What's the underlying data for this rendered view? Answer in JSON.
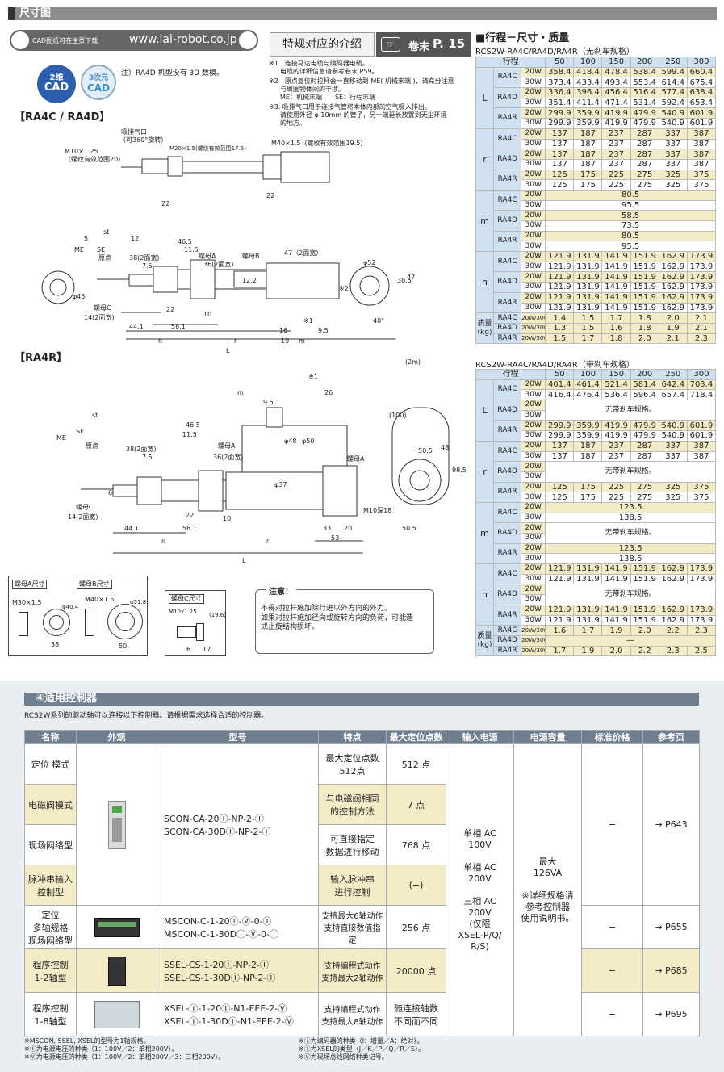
{
  "section_dim": {
    "title": "尺寸图"
  },
  "cad": {
    "label": "CAD图纸可在主页下载",
    "url": "www.iai-robot.co.jp",
    "badge2d_top": "2维",
    "badge2d_bot": "CAD",
    "badge3d_top": "3次元",
    "badge3d_bot": "CAD",
    "note": "注）RA4D 机型没有 3D 数模。"
  },
  "special": {
    "label": "特规对应的介绍",
    "ref_prefix": "卷末",
    "ref_page": "P. 15"
  },
  "notes": [
    "※1　连接马达电缆与编码器电缆。",
    "电缆的详细信息请参考卷末 P59。",
    "※2　原点复位时拉杆会一直移动到 ME( 机械末端 )，请充分注意",
    "与周围物体间的干涉。",
    "ME：机械末端　　SE：行程末端",
    "※3. 吸排气口用于连接气管将本体内部的空气吸入排出。",
    "请使用外径 φ 10mm 的管子，另一端延长放置到无尘环境",
    "的地方。"
  ],
  "drawing_ra4cd": {
    "title": "【RA4C / RA4D】",
    "labels": [
      "吸排气口",
      "（可360°旋转）",
      "M10×1.25",
      "（螺纹有效范围20）",
      "M20×1.5(螺纹有效范围17.5)",
      "M40×1.5（螺纹有效范围19.5）",
      "22",
      "22",
      "st",
      "ME",
      "SE",
      "原点",
      "46.5",
      "11.5",
      "38(2面宽)",
      "7.5",
      "螺母A",
      "36(2面宽)",
      "螺母B",
      "47（2面宽）",
      "螺母C",
      "14(2面宽)",
      "44.1",
      "58.1",
      "22",
      "10",
      "n",
      "r",
      "L",
      "16",
      "19",
      "m",
      "※1",
      "9.5",
      "φ45",
      "φ52",
      "40°",
      "38.5",
      "47",
      "※2",
      "5",
      "12.2",
      "12"
    ]
  },
  "drawing_ra4r": {
    "title": "【RA4R】",
    "labels": [
      "※1",
      "9.5",
      "26",
      "(2m)",
      "m",
      "φ48",
      "φ50",
      "φ37",
      "螺母A",
      "螺母A",
      "38(2面宽)",
      "36(2面宽)",
      "7.5",
      "st",
      "ME",
      "SE",
      "原点",
      "46.5",
      "11.5",
      "螺母C",
      "14(2面宽)",
      "44.1",
      "58.1",
      "22",
      "10",
      "L",
      "33",
      "20",
      "53",
      "50.5",
      "98.5",
      "M10深18",
      "48",
      "r",
      "n",
      "(100)",
      "50.5",
      "6"
    ]
  },
  "nuts": {
    "a_title": "螺母A尺寸",
    "a_thread": "M30×1.5",
    "a_dim1": "38",
    "a_dim2": "φ40.4",
    "b_title": "螺母B尺寸",
    "b_thread": "M40×1.5",
    "b_dim1": "50",
    "b_dim2": "φ51.8",
    "c_title": "螺母C尺寸",
    "c_thread": "M10x1.25",
    "c_dim1": "(19.6)",
    "c_dim2": "6",
    "c_dim3": "17"
  },
  "caution": {
    "title": "注意！",
    "lines": [
      "不得对拉杆施加除行进以外方向的外力。",
      "如果对拉杆施加径向或旋转方向的负荷，可能造",
      "成止旋结构损坏。"
    ]
  },
  "table1": {
    "heading": "■行程－尺寸・质量",
    "caption": "RCS2W-RA4C/RA4D/RA4R（无刹车规格）",
    "header": "行程",
    "strokes": [
      "50",
      "100",
      "150",
      "200",
      "250",
      "300"
    ],
    "groups": [
      {
        "g": "L",
        "rows": [
          {
            "m": "RA4C",
            "w": "20W",
            "v": [
              "358.4",
              "418.4",
              "478.4",
              "538.4",
              "599.4",
              "660.4"
            ]
          },
          {
            "w": "30W",
            "v": [
              "373.4",
              "433.4",
              "493.4",
              "553.4",
              "614.4",
              "675.4"
            ]
          },
          {
            "m": "RA4D",
            "w": "20W",
            "v": [
              "336.4",
              "396.4",
              "456.4",
              "516.4",
              "577.4",
              "638.4"
            ]
          },
          {
            "w": "30W",
            "v": [
              "351.4",
              "411.4",
              "471.4",
              "531.4",
              "592.4",
              "653.4"
            ]
          },
          {
            "m": "RA4R",
            "w": "20W",
            "v": [
              "299.9",
              "359.9",
              "419.9",
              "479.9",
              "540.9",
              "601.9"
            ]
          },
          {
            "w": "30W",
            "v": [
              "299.9",
              "359.9",
              "419.9",
              "479.9",
              "540.9",
              "601.9"
            ]
          }
        ]
      },
      {
        "g": "r",
        "rows": [
          {
            "m": "RA4C",
            "w": "20W",
            "v": [
              "137",
              "187",
              "237",
              "287",
              "337",
              "387"
            ]
          },
          {
            "w": "30W",
            "v": [
              "137",
              "187",
              "237",
              "287",
              "337",
              "387"
            ]
          },
          {
            "m": "RA4D",
            "w": "20W",
            "v": [
              "137",
              "187",
              "237",
              "287",
              "337",
              "387"
            ]
          },
          {
            "w": "30W",
            "v": [
              "137",
              "187",
              "237",
              "287",
              "337",
              "387"
            ]
          },
          {
            "m": "RA4R",
            "w": "20W",
            "v": [
              "125",
              "175",
              "225",
              "275",
              "325",
              "375"
            ]
          },
          {
            "w": "30W",
            "v": [
              "125",
              "175",
              "225",
              "275",
              "325",
              "375"
            ]
          }
        ]
      },
      {
        "g": "m",
        "rows": [
          {
            "m": "RA4C",
            "w": "20W",
            "s": "80.5"
          },
          {
            "w": "30W",
            "s": "95.5"
          },
          {
            "m": "RA4D",
            "w": "20W",
            "s": "58.5"
          },
          {
            "w": "30W",
            "s": "73.5"
          },
          {
            "m": "RA4R",
            "w": "20W",
            "s": "80.5"
          },
          {
            "w": "30W",
            "s": "95.5"
          }
        ]
      },
      {
        "g": "n",
        "rows": [
          {
            "m": "RA4C",
            "w": "20W",
            "v": [
              "121.9",
              "131.9",
              "141.9",
              "151.9",
              "162.9",
              "173.9"
            ]
          },
          {
            "w": "30W",
            "v": [
              "121.9",
              "131.9",
              "141.9",
              "151.9",
              "162.9",
              "173.9"
            ]
          },
          {
            "m": "RA4D",
            "w": "20W",
            "v": [
              "121.9",
              "131.9",
              "141.9",
              "151.9",
              "162.9",
              "173.9"
            ]
          },
          {
            "w": "30W",
            "v": [
              "121.9",
              "131.9",
              "141.9",
              "151.9",
              "162.9",
              "173.9"
            ]
          },
          {
            "m": "RA4R",
            "w": "20W",
            "v": [
              "121.9",
              "131.9",
              "141.9",
              "151.9",
              "162.9",
              "173.9"
            ]
          },
          {
            "w": "30W",
            "v": [
              "121.9",
              "131.9",
              "141.9",
              "151.9",
              "162.9",
              "173.9"
            ]
          }
        ]
      },
      {
        "g": "质量\n(kg)",
        "mass": true,
        "rows": [
          {
            "m": "RA4C",
            "w": "20W/30W",
            "v": [
              "1.4",
              "1.5",
              "1.7",
              "1.8",
              "2.0",
              "2.1"
            ]
          },
          {
            "m": "RA4D",
            "w": "20W/30W",
            "v": [
              "1.3",
              "1.5",
              "1.6",
              "1.8",
              "1.9",
              "2.1"
            ]
          },
          {
            "m": "RA4R",
            "w": "20W/30W",
            "v": [
              "1.5",
              "1.7",
              "1.8",
              "2.0",
              "2.1",
              "2.3"
            ]
          }
        ]
      }
    ]
  },
  "table2": {
    "caption": "RCS2W-RA4C/RA4D/RA4R（带刹车规格）",
    "header": "行程",
    "strokes": [
      "50",
      "100",
      "150",
      "200",
      "250",
      "300"
    ],
    "no_brake": "无带刹车规格。",
    "groups": [
      {
        "g": "L",
        "rows": [
          {
            "m": "RA4C",
            "w": "20W",
            "v": [
              "401.4",
              "461.4",
              "521.4",
              "581.4",
              "642.4",
              "703.4"
            ]
          },
          {
            "w": "30W",
            "v": [
              "416.4",
              "476.4",
              "536.4",
              "596.4",
              "657.4",
              "718.4"
            ]
          },
          {
            "m": "RA4D",
            "w": "20W",
            "nb": true
          },
          {
            "w": "30W"
          },
          {
            "m": "RA4R",
            "w": "20W",
            "v": [
              "299.9",
              "359.9",
              "419.9",
              "479.9",
              "540.9",
              "601.9"
            ]
          },
          {
            "w": "30W",
            "v": [
              "299.9",
              "359.9",
              "419.9",
              "479.9",
              "540.9",
              "601.9"
            ]
          }
        ]
      },
      {
        "g": "r",
        "rows": [
          {
            "m": "RA4C",
            "w": "20W",
            "v": [
              "137",
              "187",
              "237",
              "287",
              "337",
              "387"
            ]
          },
          {
            "w": "30W",
            "v": [
              "137",
              "187",
              "237",
              "287",
              "337",
              "387"
            ]
          },
          {
            "m": "RA4D",
            "w": "20W",
            "nb": true
          },
          {
            "w": "30W"
          },
          {
            "m": "RA4R",
            "w": "20W",
            "v": [
              "125",
              "175",
              "225",
              "275",
              "325",
              "375"
            ]
          },
          {
            "w": "30W",
            "v": [
              "125",
              "175",
              "225",
              "275",
              "325",
              "375"
            ]
          }
        ]
      },
      {
        "g": "m",
        "rows": [
          {
            "m": "RA4C",
            "w": "20W",
            "s": "123.5"
          },
          {
            "w": "30W",
            "s": "138.5"
          },
          {
            "m": "RA4D",
            "w": "20W",
            "nb": true
          },
          {
            "w": "30W"
          },
          {
            "m": "RA4R",
            "w": "20W",
            "s": "123.5"
          },
          {
            "w": "30W",
            "s": "138.5"
          }
        ]
      },
      {
        "g": "n",
        "rows": [
          {
            "m": "RA4C",
            "w": "20W",
            "v": [
              "121.9",
              "131.9",
              "141.9",
              "151.9",
              "162.9",
              "173.9"
            ]
          },
          {
            "w": "30W",
            "v": [
              "121.9",
              "131.9",
              "141.9",
              "151.9",
              "162.9",
              "173.9"
            ]
          },
          {
            "m": "RA4D",
            "w": "20W",
            "nb": true
          },
          {
            "w": "30W"
          },
          {
            "m": "RA4R",
            "w": "20W",
            "v": [
              "121.9",
              "131.9",
              "141.9",
              "151.9",
              "162.9",
              "173.9"
            ]
          },
          {
            "w": "30W",
            "v": [
              "121.9",
              "131.9",
              "141.9",
              "151.9",
              "162.9",
              "173.9"
            ]
          }
        ]
      },
      {
        "g": "质量\n(kg)",
        "mass": true,
        "rows": [
          {
            "m": "RA4C",
            "w": "20W/30W",
            "v": [
              "1.6",
              "1.7",
              "1.9",
              "2.0",
              "2.2",
              "2.3"
            ]
          },
          {
            "m": "RA4D",
            "w": "20W/30W",
            "s": "—"
          },
          {
            "m": "RA4R",
            "w": "20W/30W",
            "v": [
              "1.7",
              "1.9",
              "2.0",
              "2.2",
              "2.3",
              "2.5"
            ]
          }
        ]
      }
    ]
  },
  "controllers": {
    "title": "④适用控制器",
    "intro": "RCS2W系列的驱动轴可以连接以下控制器。请根据需求选择合适的控制器。",
    "headers": [
      "名称",
      "外观",
      "型号",
      "特点",
      "最大定位点数",
      "输入电源",
      "电源容量",
      "标准价格",
      "参考页"
    ],
    "rows": [
      {
        "name": "定位\n模式",
        "feat": "最大定位点数\n512点",
        "pts": "512 点"
      },
      {
        "name": "电磁阀模式",
        "feat": "与电磁阀相同\n的控制方法",
        "pts": "7 点"
      },
      {
        "name": "现场网络型",
        "feat": "可直接指定\n数据进行移动",
        "pts": "768 点"
      },
      {
        "name": "脉冲串输入\n控制型",
        "feat": "输入脉冲串\n进行控制",
        "pts": "(−)"
      },
      {
        "name": "定位\n多轴规格\n现场网络型",
        "model": "MSCON-C-1-20Ⓘ-Ⓥ-0-Ⓘ\nMSCON-C-1-30DⒾ-Ⓥ-0-Ⓘ",
        "feat": "支持最大6轴动作\n支持直接数值指定",
        "pts": "256 点",
        "price": "−",
        "page": "→ P655"
      },
      {
        "name": "程序控制\n1-2轴型",
        "model": "SSEL-CS-1-20Ⓘ-NP-2-Ⓘ\nSSEL-CS-1-30DⒾ-NP-2-Ⓘ",
        "feat": "支持编程式动作\n支持最大2轴动作",
        "pts": "20000 点",
        "price": "−",
        "page": "→ P685"
      },
      {
        "name": "程序控制\n1-8轴型",
        "model": "XSEL-Ⓘ-1-20Ⓘ-N1-EEE-2-Ⓥ\nXSEL-Ⓘ-1-30DⒾ-N1-EEE-2-Ⓥ",
        "feat": "支持编程式动作\n支持最大8轴动作",
        "pts": "随连接轴数\n不同而不同",
        "price": "−",
        "page": "→ P695"
      }
    ],
    "scon_model": "SCON-CA-20Ⓘ-NP-2-Ⓘ\nSCON-CA-30DⒾ-NP-2-Ⓘ",
    "scon_price": "−",
    "scon_page": "→ P643",
    "power": "单相 AC\n100V\n\n单相 AC\n200V\n\n三相 AC\n200V\n(仅限\nXSEL-P/Q/\nR/S)",
    "capacity": "最大\n126VA\n\n※详细规格请\n参考控制器\n使用说明书。",
    "foot": [
      "※MSCON, SSEL, XSEL的型号为1轴规格。",
      "※Ⓘ为编码器的种类（I：增量／A：绝对）。",
      "※Ⓘ为电源电压的种类（1：100V／2：单相200V）。",
      "※Ⓘ为XSEL的类型（J／K／P／Q／R／S）。",
      "※Ⓥ为电源电压的种类（1：100V／2：单相200V／3：三相200V）。",
      "※Ⓥ为现场总线网络种类记号。"
    ]
  }
}
